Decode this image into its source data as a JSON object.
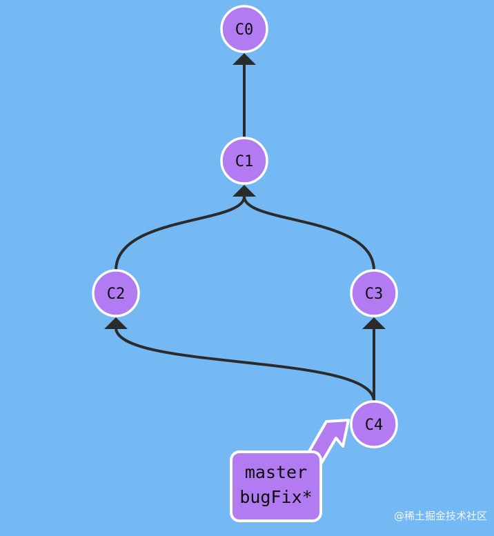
{
  "colors": {
    "background": "#74b9f4",
    "commit_fill": "#b27bf2",
    "commit_stroke": "#ffffff",
    "edge": "#2b2b2b",
    "branch_fill": "#b27bf2",
    "branch_stroke": "#ffffff",
    "watermark": "#f2f6fb"
  },
  "commits": [
    {
      "id": "C0",
      "label": "C0"
    },
    {
      "id": "C1",
      "label": "C1"
    },
    {
      "id": "C2",
      "label": "C2"
    },
    {
      "id": "C3",
      "label": "C3"
    },
    {
      "id": "C4",
      "label": "C4"
    }
  ],
  "edges": [
    {
      "from": "C1",
      "to": "C0"
    },
    {
      "from": "C2",
      "to": "C1"
    },
    {
      "from": "C3",
      "to": "C1"
    },
    {
      "from": "C4",
      "to": "C2"
    },
    {
      "from": "C4",
      "to": "C3"
    }
  ],
  "branch_tag": {
    "target": "C4",
    "lines": [
      "master",
      "bugFix*"
    ]
  },
  "watermark": {
    "text": "@稀土掘金技术社区"
  }
}
